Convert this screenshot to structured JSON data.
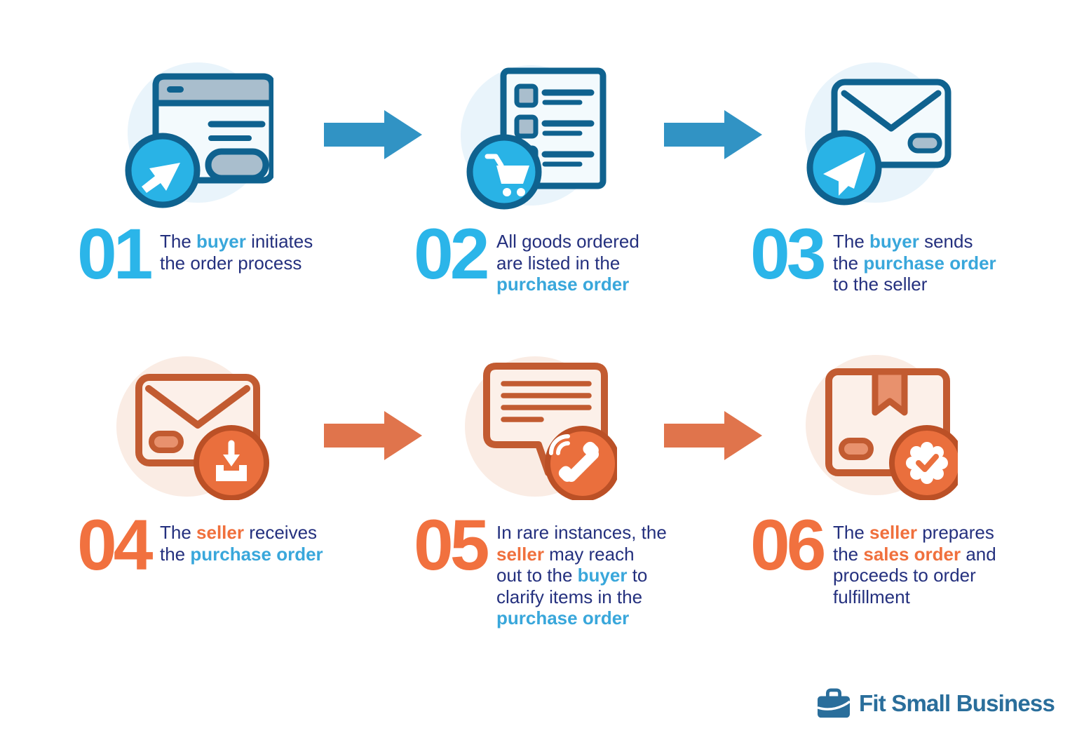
{
  "title": "Purchase order process infographic",
  "palette": {
    "navy": "#24307e",
    "keyword_blue": "#39a7db",
    "keyword_orange": "#f0703d",
    "number_blue": "#2bb5e9",
    "number_orange": "#f1713f",
    "arrow_blue": "#3193c4",
    "arrow_orange": "#e0744c",
    "logo_blue": "#2a6e9b",
    "icon_blue_stroke": "#0f628f",
    "icon_blue_fill": "#f3fafd",
    "icon_blue_gray": "#a9becd",
    "icon_cyan": "#29b3e6",
    "icon_blue_bg": "#e9f4fb",
    "icon_rust": "#c25b31",
    "icon_peach": "#fcf0e9",
    "icon_salmon": "#e8916d",
    "icon_orange": "#ea6f3d",
    "icon_orange_dark": "#bb5026",
    "icon_peach_bg": "#faece4"
  },
  "steps": [
    {
      "number": "01",
      "accent": "blue",
      "icon": "browser-cursor-icon",
      "lines": [
        [
          {
            "t": "The ",
            "c": "navy"
          },
          {
            "t": "buyer",
            "c": "blue"
          },
          {
            "t": " initiates",
            "c": "navy"
          }
        ],
        [
          {
            "t": "the order process",
            "c": "navy"
          }
        ]
      ]
    },
    {
      "number": "02",
      "accent": "blue",
      "icon": "order-list-cart-icon",
      "lines": [
        [
          {
            "t": "All goods ordered",
            "c": "navy"
          }
        ],
        [
          {
            "t": "are listed in the",
            "c": "navy"
          }
        ],
        [
          {
            "t": "purchase order",
            "c": "blue"
          }
        ]
      ]
    },
    {
      "number": "03",
      "accent": "blue",
      "icon": "send-email-icon",
      "lines": [
        [
          {
            "t": "The ",
            "c": "navy"
          },
          {
            "t": "buyer",
            "c": "blue"
          },
          {
            "t": " sends",
            "c": "navy"
          }
        ],
        [
          {
            "t": "the ",
            "c": "navy"
          },
          {
            "t": "purchase order",
            "c": "blue"
          }
        ],
        [
          {
            "t": "to the seller",
            "c": "navy"
          }
        ]
      ]
    },
    {
      "number": "04",
      "accent": "orange",
      "icon": "receive-email-icon",
      "lines": [
        [
          {
            "t": "The ",
            "c": "navy"
          },
          {
            "t": "seller",
            "c": "orange"
          },
          {
            "t": " receives",
            "c": "navy"
          }
        ],
        [
          {
            "t": "the ",
            "c": "navy"
          },
          {
            "t": "purchase order",
            "c": "blue"
          }
        ]
      ]
    },
    {
      "number": "05",
      "accent": "orange",
      "icon": "clarify-call-icon",
      "lines": [
        [
          {
            "t": "In rare instances, the",
            "c": "navy"
          }
        ],
        [
          {
            "t": "seller",
            "c": "orange"
          },
          {
            "t": " may reach",
            "c": "navy"
          }
        ],
        [
          {
            "t": "out to the ",
            "c": "navy"
          },
          {
            "t": "buyer",
            "c": "blue"
          },
          {
            "t": " to",
            "c": "navy"
          }
        ],
        [
          {
            "t": "clarify items in the",
            "c": "navy"
          }
        ],
        [
          {
            "t": "purchase order",
            "c": "blue"
          }
        ]
      ]
    },
    {
      "number": "06",
      "accent": "orange",
      "icon": "package-check-icon",
      "lines": [
        [
          {
            "t": "The ",
            "c": "navy"
          },
          {
            "t": "seller",
            "c": "orange"
          },
          {
            "t": " prepares",
            "c": "navy"
          }
        ],
        [
          {
            "t": "the ",
            "c": "navy"
          },
          {
            "t": "sales order",
            "c": "orange"
          },
          {
            "t": " and",
            "c": "navy"
          }
        ],
        [
          {
            "t": "proceeds to order",
            "c": "navy"
          }
        ],
        [
          {
            "t": "fulfillment",
            "c": "navy"
          }
        ]
      ]
    }
  ],
  "arrows": [
    {
      "row": 1,
      "color_key": "arrow_blue"
    },
    {
      "row": 1,
      "color_key": "arrow_blue"
    },
    {
      "row": 2,
      "color_key": "arrow_orange"
    },
    {
      "row": 2,
      "color_key": "arrow_orange"
    }
  ],
  "logo": {
    "text": "Fit Small Business",
    "icon": "briefcase-icon"
  }
}
